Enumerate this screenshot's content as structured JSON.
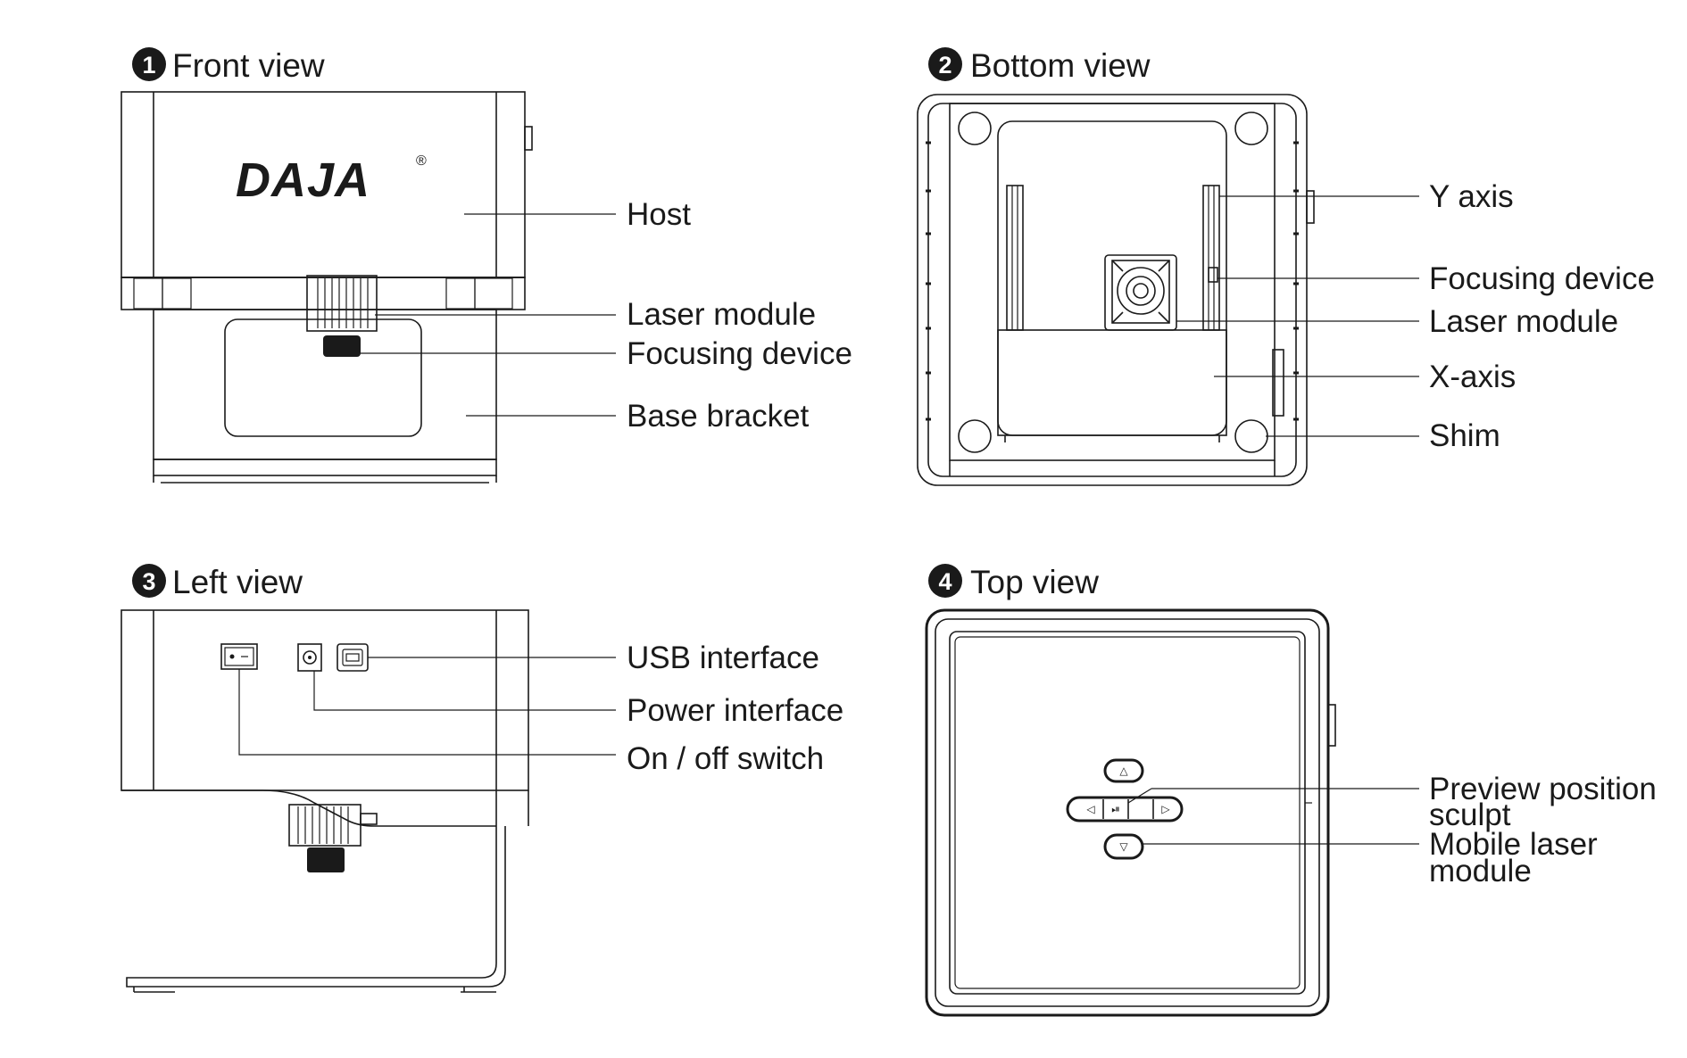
{
  "brand": {
    "logo": "DAJA",
    "registered_mark": "®"
  },
  "views": [
    {
      "number": "1",
      "title": "Front view",
      "labels": [
        "Host",
        "Laser module",
        "Focusing device",
        "Base bracket"
      ]
    },
    {
      "number": "2",
      "title": "Bottom view",
      "labels": [
        "Y axis",
        "Focusing device",
        "Laser module",
        "X-axis",
        "Shim"
      ]
    },
    {
      "number": "3",
      "title": "Left view",
      "labels": [
        "USB interface",
        "Power interface",
        "On / off switch"
      ]
    },
    {
      "number": "4",
      "title": "Top view",
      "labels": [
        "Preview position",
        "sculpt",
        "Mobile laser",
        "module"
      ]
    }
  ],
  "colors": {
    "line": "#1a1a1a",
    "background": "#ffffff"
  }
}
